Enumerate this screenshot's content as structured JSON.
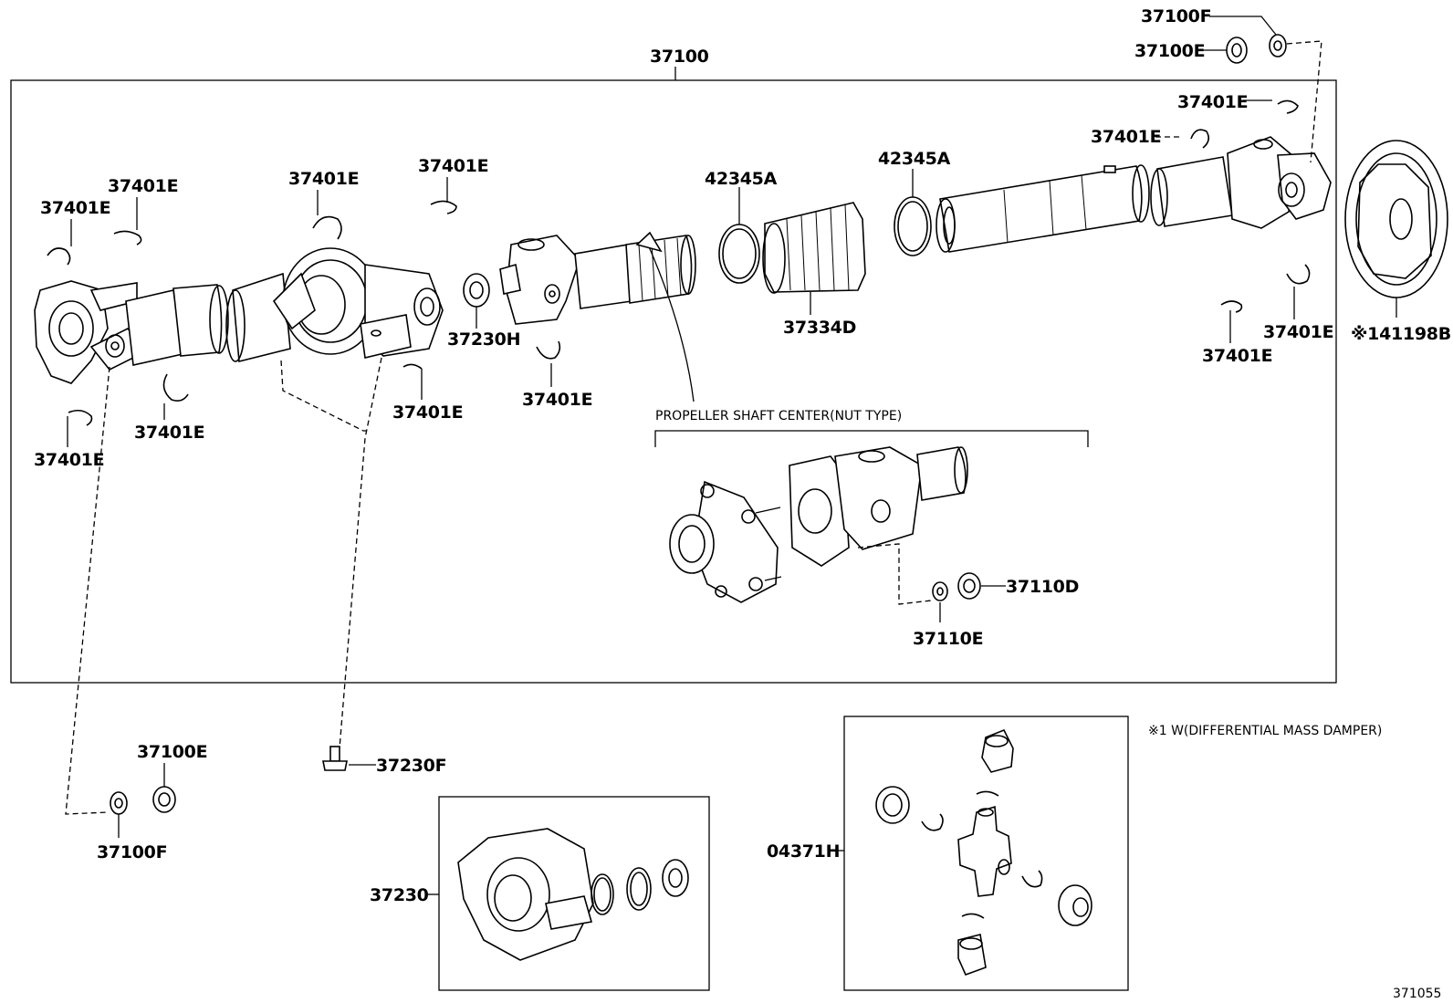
{
  "labels": {
    "assembly": "37100",
    "clip": "37401E",
    "boot_band": "42345A",
    "boot": "37334D",
    "nut_top": "37100E",
    "washer_top": "37100F",
    "nut_bottom": "37100E",
    "washer_bottom": "37100F",
    "bearing_nut": "37230H",
    "bolt": "37230F",
    "center_bearing": "37230",
    "spider_kit": "04371H",
    "nut_center": "37110D",
    "washer_center": "37110E",
    "damper": "※141198B",
    "page_code": "371055"
  },
  "notes": {
    "center_title": "PROPELLER SHAFT CENTER(NUT TYPE)",
    "footnote": "※1 W(DIFFERENTIAL MASS DAMPER)"
  }
}
